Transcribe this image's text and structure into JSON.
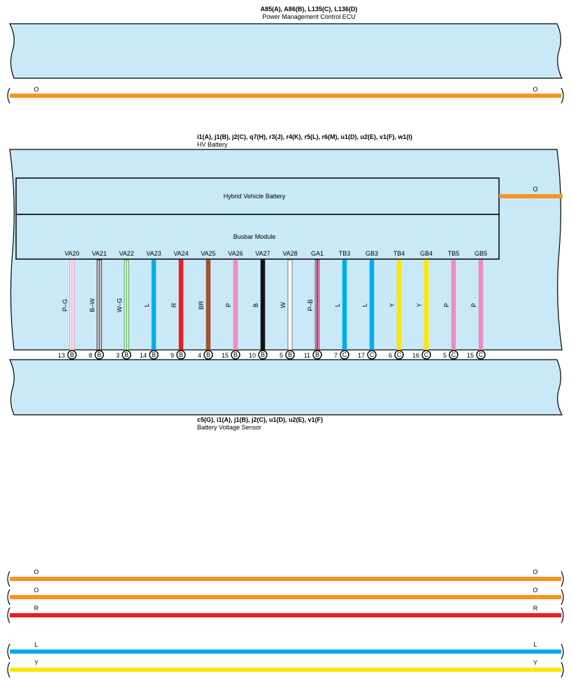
{
  "ecu": {
    "title": "A85(A), A86(B), L135(C), L136(D)",
    "subtitle": "Power Management Control ECU",
    "wire_color_left": "O",
    "wire_color_right": "O"
  },
  "hv_battery": {
    "title": "i1(A), j1(B), j2(C), q7(H), r3(J), r4(K), r5(L), r6(M), u1(D), u2(E), v1(F), w1(I)",
    "subtitle": "HV Battery",
    "hybrid_battery_label": "Hybrid Vehicle Battery",
    "busbar_label": "Busbar Module",
    "output_wire_color": "O"
  },
  "sensor": {
    "title": "c5(G), i1(A), j1(B), j2(C), u1(D), u2(E), v1(F)",
    "subtitle": "Battery Voltage Sensor"
  },
  "terminals": [
    {
      "name": "VA20",
      "color": "P–G",
      "pin": "13",
      "conn": "B",
      "bottom": "VA20",
      "fill": "#ffffff",
      "stroke": "#e58aa8"
    },
    {
      "name": "VA21",
      "color": "B–W",
      "pin": "8",
      "conn": "B",
      "bottom": "VA21",
      "fill": "#ffffff",
      "stroke": "#111111"
    },
    {
      "name": "VA22",
      "color": "W–G",
      "pin": "3",
      "conn": "B",
      "bottom": "VA22",
      "fill": "#ffffff",
      "stroke": "#3aa23a"
    },
    {
      "name": "VA23",
      "color": "L",
      "pin": "14",
      "conn": "B",
      "bottom": "VA23",
      "fill": "#00aeef",
      "stroke": "#00aeef"
    },
    {
      "name": "VA24",
      "color": "R",
      "pin": "9",
      "conn": "B",
      "bottom": "VA24",
      "fill": "#ec1c24",
      "stroke": "#ec1c24"
    },
    {
      "name": "VA25",
      "color": "BR",
      "pin": "4",
      "conn": "B",
      "bottom": "VA25",
      "fill": "#a0522d",
      "stroke": "#a0522d"
    },
    {
      "name": "VA26",
      "color": "P",
      "pin": "15",
      "conn": "B",
      "bottom": "VA26",
      "fill": "#f08cc0",
      "stroke": "#f08cc0"
    },
    {
      "name": "VA27",
      "color": "B",
      "pin": "10",
      "conn": "B",
      "bottom": "VA27",
      "fill": "#111111",
      "stroke": "#111111"
    },
    {
      "name": "VA28",
      "color": "W",
      "pin": "5",
      "conn": "B",
      "bottom": "VA28",
      "fill": "#ffffff",
      "stroke": "#777777"
    },
    {
      "name": "GA1",
      "color": "P–B",
      "pin": "11",
      "conn": "B",
      "bottom": "GA1",
      "fill": "#f08cc0",
      "stroke": "#111111"
    },
    {
      "name": "TB3",
      "color": "L",
      "pin": "7",
      "conn": "C",
      "bottom": "TB3",
      "fill": "#00aeef",
      "stroke": "#00aeef"
    },
    {
      "name": "GB3",
      "color": "L",
      "pin": "17",
      "conn": "C",
      "bottom": "GB3",
      "fill": "#00aeef",
      "stroke": "#00aeef"
    },
    {
      "name": "TB4",
      "color": "Y",
      "pin": "6",
      "conn": "C",
      "bottom": "TB4",
      "fill": "#ffe600",
      "stroke": "#ffe600"
    },
    {
      "name": "GB4",
      "color": "Y",
      "pin": "16",
      "conn": "C",
      "bottom": "GB4",
      "fill": "#ffe600",
      "stroke": "#ffe600"
    },
    {
      "name": "TB5",
      "color": "P",
      "pin": "5",
      "conn": "C",
      "bottom": "TB5",
      "fill": "#f08cc0",
      "stroke": "#f08cc0"
    },
    {
      "name": "GB5",
      "color": "P",
      "pin": "15",
      "conn": "C",
      "bottom": "GB5",
      "fill": "#f08cc0",
      "stroke": "#f08cc0"
    }
  ],
  "lower_wires": [
    {
      "left": "O",
      "right": "O",
      "color": "#f7941d"
    },
    {
      "left": "O",
      "right": "O",
      "color": "#f7941d"
    },
    {
      "left": "R",
      "right": "R",
      "color": "#ec1c24"
    },
    {
      "left": "L",
      "right": "L",
      "color": "#00aeef"
    },
    {
      "left": "Y",
      "right": "Y",
      "color": "#ffe600"
    }
  ],
  "colors": {
    "panel": "#c9e9f8",
    "orange": "#f7941d"
  }
}
